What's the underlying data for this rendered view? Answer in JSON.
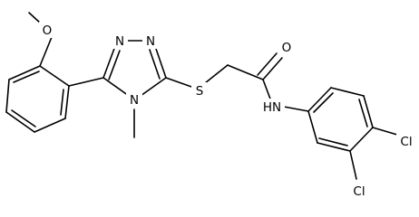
{
  "figure": {
    "kind": "chemical-structure",
    "line_color": "#000000",
    "background": "#ffffff"
  },
  "atoms": {
    "o_methoxy": "O",
    "n_ring_top_left": "N",
    "n_ring_top_right": "N",
    "n_ring_methyl": "N",
    "s_thioether": "S",
    "o_carbonyl": "O",
    "nh_amide": "HN",
    "cl_top": "Cl",
    "cl_bottom": "Cl"
  }
}
